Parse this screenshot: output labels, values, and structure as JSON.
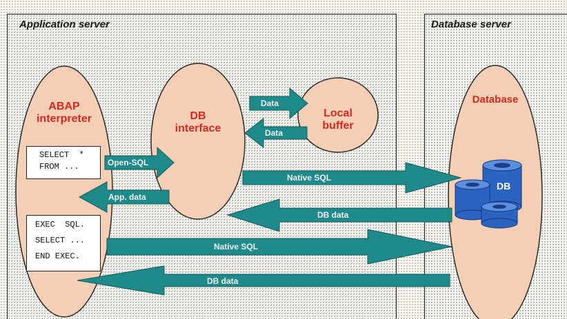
{
  "servers": {
    "application_title": "Application server",
    "database_title": "Database server"
  },
  "components": {
    "abap_line1": "ABAP",
    "abap_line2": "interpreter",
    "db_interface_line1": "DB",
    "db_interface_line2": "interface",
    "local_buffer_line1": "Local",
    "local_buffer_line2": "buffer",
    "database": "Database",
    "db_stack_label": "DB"
  },
  "code": {
    "select_lines": [
      "SELECT  *",
      "FROM ..."
    ],
    "exec_lines": [
      "EXEC  SQL.",
      "SELECT ...",
      "END EXEC."
    ]
  },
  "arrows": {
    "data_to_buffer": "Data",
    "data_from_buffer": "Data",
    "open_sql": "Open-SQL",
    "native_sql_1": "Native SQL",
    "app_data": "App. data",
    "db_data_1": "DB data",
    "native_sql_2": "Native SQL",
    "db_data_2": "DB data"
  },
  "colors": {
    "ellipse_fill": "#f4cfb5",
    "arrow_fill": "#1f8a8a",
    "arrow_edge": "#0f5c5c",
    "label_red": "#d7281e",
    "cylinder_blue": "#2a63c2"
  }
}
